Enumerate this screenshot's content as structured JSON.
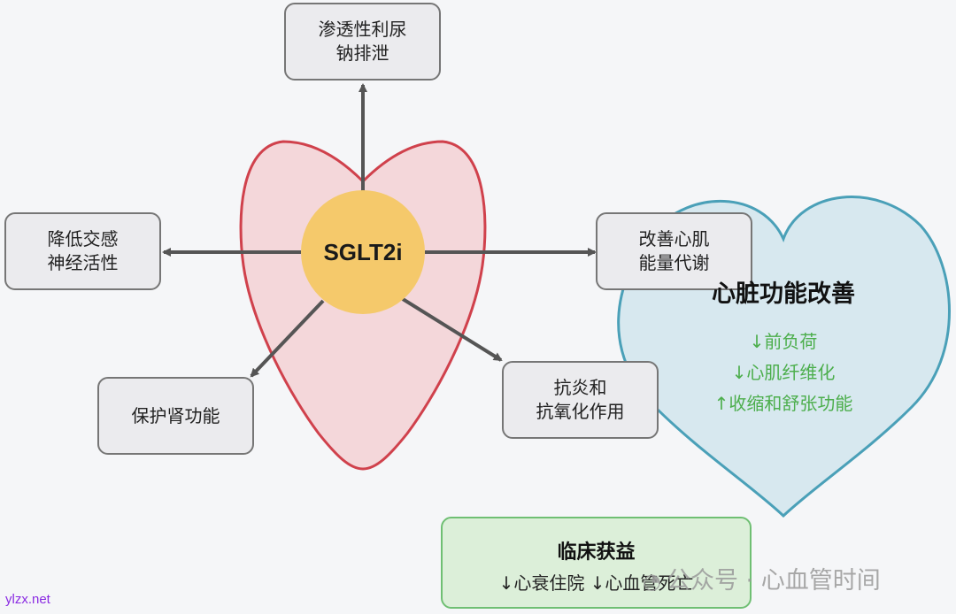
{
  "center": {
    "label": "SGLT2i"
  },
  "nodes": {
    "top": {
      "line1": "渗透性利尿",
      "line2": "钠排泄"
    },
    "left": {
      "line1": "降低交感",
      "line2": "神经活性"
    },
    "right": {
      "line1": "改善心肌",
      "line2": "能量代谢"
    },
    "bottom_left": {
      "line1": "保护肾功能"
    },
    "bottom_right": {
      "line1": "抗炎和",
      "line2": "抗氧化作用"
    }
  },
  "cardiac": {
    "title": "心脏功能改善",
    "items": [
      "↓前负荷",
      "↓心肌纤维化",
      "↑收缩和舒张功能"
    ]
  },
  "clinical": {
    "title": "临床获益",
    "body": "↓心衰住院 ↓心血管死亡"
  },
  "watermark": "公众号 · 心血管时间",
  "source": "ylzx.net",
  "colors": {
    "left_heart_fill": "#f4d7da",
    "left_heart_stroke": "#d0414c",
    "right_heart_fill": "#d7e8ef",
    "right_heart_stroke": "#4aa0b8",
    "center_fill": "#f5c96b",
    "arrow": "#555555"
  }
}
